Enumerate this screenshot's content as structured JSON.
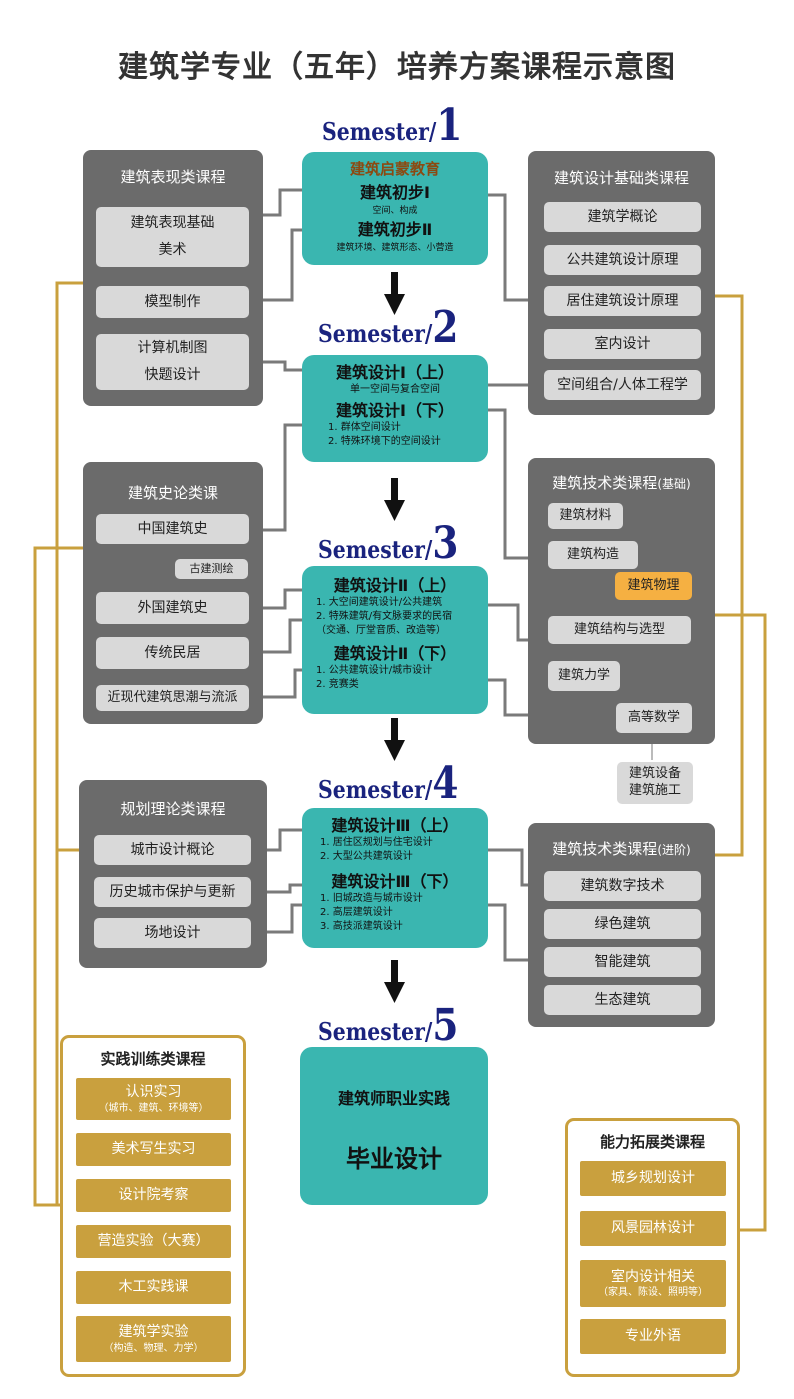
{
  "title": "建筑学专业（五年）培养方案课程示意图",
  "semester_prefix": "Semester/",
  "semesters": [
    "1",
    "2",
    "3",
    "4",
    "5"
  ],
  "sem1": {
    "heading": "建筑启蒙教育",
    "course1": "建筑初步Ⅰ",
    "course1_sub": "空间、构成",
    "course2": "建筑初步Ⅱ",
    "course2_sub": "建筑环境、建筑形态、小营造"
  },
  "sem2": {
    "course1": "建筑设计Ⅰ（上）",
    "course1_sub": "单一空间与复合空间",
    "course2": "建筑设计Ⅰ（下）",
    "course2_items": [
      "1. 群体空间设计",
      "2. 特殊环境下的空间设计"
    ]
  },
  "sem3": {
    "course1": "建筑设计Ⅱ（上）",
    "course1_items": [
      "1. 大空间建筑设计/公共建筑",
      "2. 特殊建筑/有文脉要求的民宿",
      "（交通、厅堂音质、改造等）"
    ],
    "course2": "建筑设计Ⅱ（下）",
    "course2_items": [
      "1. 公共建筑设计/城市设计",
      "2. 竞赛类"
    ]
  },
  "sem4": {
    "course1": "建筑设计Ⅲ（上）",
    "course1_items": [
      "1. 居住区规划与住宅设计",
      "2. 大型公共建筑设计"
    ],
    "course2": "建筑设计Ⅲ（下）",
    "course2_items": [
      "1. 旧城改造与城市设计",
      "2. 高层建筑设计",
      "3. 高技派建筑设计"
    ]
  },
  "sem5": {
    "course1": "建筑师职业实践",
    "course2": "毕业设计"
  },
  "panel_expression": {
    "title": "建筑表现类课程",
    "items": [
      [
        "建筑表现基础",
        "美术"
      ],
      [
        "模型制作"
      ],
      [
        "计算机制图",
        "快题设计"
      ]
    ]
  },
  "panel_history": {
    "title": "建筑史论类课",
    "items": [
      "中国建筑史",
      "外国建筑史",
      "传统民居",
      "近现代建筑思潮与流派"
    ],
    "sub_item": "古建测绘"
  },
  "panel_planning": {
    "title": "规划理论类课程",
    "items": [
      "城市设计概论",
      "历史城市保护与更新",
      "场地设计"
    ]
  },
  "panel_design_basics": {
    "title": "建筑设计基础类课程",
    "items": [
      "建筑学概论",
      "公共建筑设计原理",
      "居住建筑设计原理",
      "室内设计",
      "空间组合/人体工程学"
    ]
  },
  "panel_tech_basic": {
    "title": "建筑技术类课程",
    "title_suffix": "(基础)",
    "items": {
      "material": "建筑材料",
      "construction": "建筑构造",
      "physics": "建筑物理",
      "structure": "建筑结构与选型",
      "mechanics": "建筑力学",
      "math": "高等数学"
    },
    "outside": [
      "建筑设备",
      "建筑施工"
    ]
  },
  "panel_tech_adv": {
    "title": "建筑技术类课程",
    "title_suffix": "(进阶)",
    "items": [
      "建筑数字技术",
      "绿色建筑",
      "智能建筑",
      "生态建筑"
    ]
  },
  "panel_practice": {
    "title": "实践训练类课程",
    "items": [
      {
        "label": "认识实习",
        "sub": "（城市、建筑、环境等）"
      },
      {
        "label": "美术写生实习",
        "sub": ""
      },
      {
        "label": "设计院考察",
        "sub": ""
      },
      {
        "label": "营造实验（大赛）",
        "sub": ""
      },
      {
        "label": "木工实践课",
        "sub": ""
      },
      {
        "label": "建筑学实验",
        "sub": "（构造、物理、力学）"
      }
    ]
  },
  "panel_ability": {
    "title": "能力拓展类课程",
    "items": [
      {
        "label": "城乡规划设计",
        "sub": ""
      },
      {
        "label": "风景园林设计",
        "sub": ""
      },
      {
        "label": "室内设计相关",
        "sub": "（家具、陈设、照明等）"
      },
      {
        "label": "专业外语",
        "sub": ""
      }
    ]
  },
  "colors": {
    "panel_gray": "#6b6b6b",
    "pill_gray": "#d9d9d9",
    "teal": "#3ab6b0",
    "gold": "#c9a03e",
    "orange": "#f5b042",
    "semester_navy": "#1a237e",
    "sem1_heading": "#8b4a12"
  }
}
